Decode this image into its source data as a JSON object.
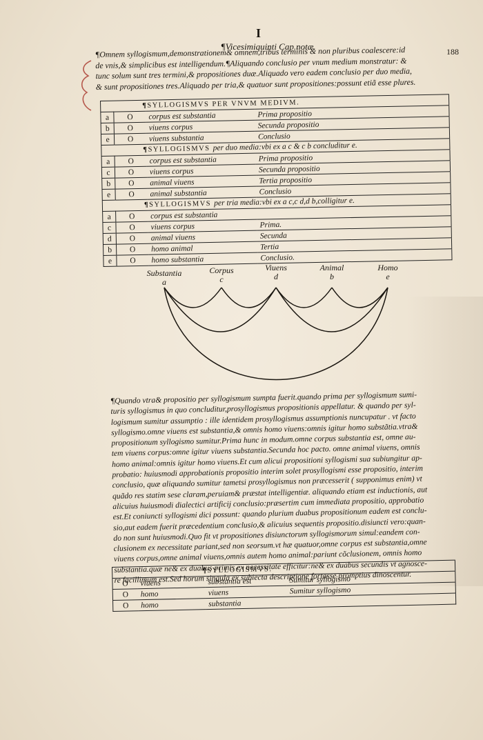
{
  "header": {
    "letter": "I"
  },
  "chapter": "¶Vicesimiquinti Cap.notæ.",
  "folio": "188",
  "intro_lines": [
    "¶Omnem syllogismum,demonstrationem& omnem,tribus terminis & non pluribus coalescere:id",
    "de vnis,& simplicibus est intelligendum.¶Aliquando conclusio per vnum medium monstratur: &",
    "tunc solum sunt tres termini,& propositiones duæ.Aliquado vero eadem conclusio per duo media,",
    "& sunt propositiones tres.Aliquado per tria,& quatuor sunt propositiones:possunt etiã esse plures."
  ],
  "table1": {
    "sections": [
      {
        "heading": "SYLLOGISMVS PER VNVM MEDIVM.",
        "heading_rest": "",
        "rows": [
          {
            "letter": "a",
            "circle": "O",
            "premise": "corpus est substantia",
            "name": "Prima propositio"
          },
          {
            "letter": "b",
            "circle": "O",
            "premise": "viuens corpus",
            "name": "Secunda propositio"
          },
          {
            "letter": "e",
            "circle": "O",
            "premise": "viuens substantia",
            "name": "Conclusio"
          }
        ]
      },
      {
        "heading": "SYLLOGISMVS",
        "heading_rest": "per duo media:vbi ex a c & c b concluditur e.",
        "rows": [
          {
            "letter": "a",
            "circle": "O",
            "premise": "corpus est substantia",
            "name": "Prima propositio"
          },
          {
            "letter": "c",
            "circle": "O",
            "premise": "viuens corpus",
            "name": "Secunda propositio"
          },
          {
            "letter": "b",
            "circle": "O",
            "premise": "animal viuens",
            "name": "Tertia propositio"
          },
          {
            "letter": "e",
            "circle": "O",
            "premise": "animal substantia",
            "name": "Conclusio"
          }
        ]
      },
      {
        "heading": "SYLLOGISMVS",
        "heading_rest": "per tria media:vbi ex a c,c d,d b,colligitur e.",
        "rows": [
          {
            "letter": "a",
            "circle": "O",
            "premise": "corpus est substantia",
            "name": ""
          },
          {
            "letter": "c",
            "circle": "O",
            "premise": "viuens corpus",
            "name": "Prima."
          },
          {
            "letter": "d",
            "circle": "O",
            "premise": "animal viuens",
            "name": "Secunda"
          },
          {
            "letter": "b",
            "circle": "O",
            "premise": "homo animal",
            "name": "Tertia"
          },
          {
            "letter": "e",
            "circle": "O",
            "premise": "homo substantia",
            "name": "Conclusio."
          }
        ]
      }
    ]
  },
  "diagram": {
    "nodes": [
      {
        "word": "Substantia",
        "letter": "a"
      },
      {
        "word": "Corpus",
        "letter": "c"
      },
      {
        "word": "Viuens",
        "letter": "d"
      },
      {
        "word": "Animal",
        "letter": "b"
      },
      {
        "word": "Homo",
        "letter": "e"
      }
    ]
  },
  "paragraph_lines": [
    "¶Quando vtra& propositio per syllogismum sumpta fuerit.quando prima per syllogismum sumi-",
    "turis syllogismus in quo concluditur,prosyllogismus propositionis appellatur. & quando per syl-",
    "logismum sumitur assumptio : ille identidem prosyllogismus assumptionis nuncupatur . vt facto",
    "syllogismo.omne viuens est substantia,& omnis homo viuens:omnis igitur homo substãtia.vtra&",
    "propositionum syllogismo sumitur.Prima hunc in modum.omne corpus substantia est, omne au-",
    "tem viuens corpus:omne igitur viuens substantia.Secunda hoc pacto. omne animal viuens, omnis",
    "homo animal:omnis igitur homo viuens.Et cum alicui propositioni syllogismi sua subiungitur ap-",
    "probatio: huiusmodi approbationis propositio interim solet prosyllogismi esse propositio, interim",
    "conclusio, quæ aliquando sumitur tametsi prosyllogismus non præcesserit ( supponimus enim) vt",
    "quãdo res statim sese claram,peruiam& præstat intelligentiæ. aliquando etiam est inductionis, aut",
    "alicuius huiusmodi dialectici artificij conclusio:præsertim cum immediata propositio, approbatio",
    "est.Et coniuncti syllogismi dici possunt: quando plurium duabus propositionum eadem est conclu-",
    "sio,aut eadem fuerit præcedentium conclusio,& alicuius sequentis propositio.disiuncti vero:quan-",
    "do non sunt huiusmodi.Quo fit vt propositiones disiunctorum syllogismorum simul:eandem con-",
    "clusionem ex necessitate pariant,sed non seorsum.vt hæ quatuor,omne corpus est substantia,omne",
    "viuens corpus,omne animal viuens,omnis autem homo animal:pariunt cõclusionem, omnis homo",
    "substantia.quæ ne& ex duabus primis ex necessitate efficitur:ne& ex duabus secundis vt agnosce-",
    "re facillimum est.Sed horum singula ex subiecta descriptione fortasse promptius dinoscentur."
  ],
  "table2": {
    "heading": "SYLLOGISMVS.",
    "rows": [
      {
        "circle": "O",
        "a": "viuens",
        "b": "substantia est",
        "c": "Sumitur syllogismo"
      },
      {
        "circle": "O",
        "a": "homo",
        "b": "viuens",
        "c": "Sumitur syllogismo"
      },
      {
        "circle": "O",
        "a": "homo",
        "b": "substantia",
        "c": ""
      }
    ]
  }
}
